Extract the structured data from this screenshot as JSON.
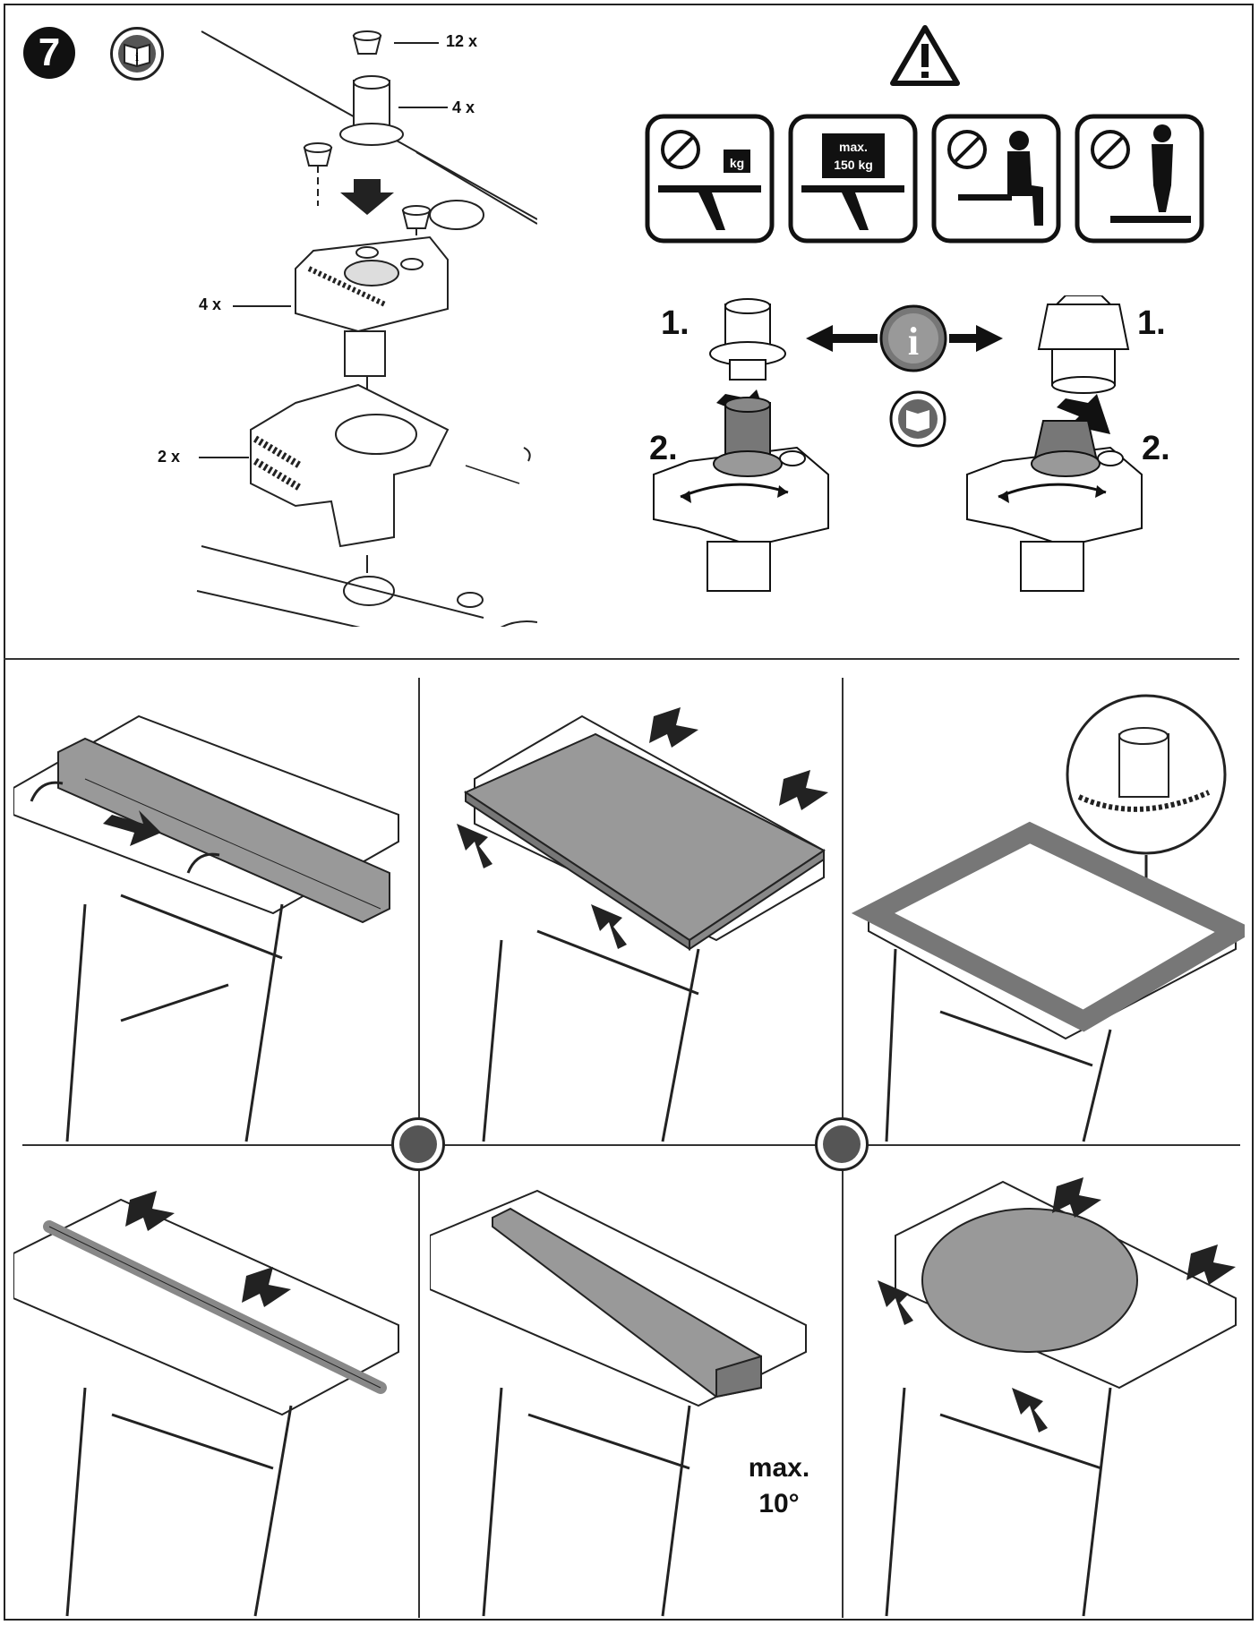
{
  "step_number": "7",
  "callouts": {
    "caps_qty": "12 x",
    "pegs_qty": "4 x",
    "clamp_jaws_qty": "4 x",
    "bench_jaws_qty": "2 x"
  },
  "warnings": {
    "max_load_label": "max.",
    "max_load_value": "150 kg",
    "kg_label": "kg"
  },
  "peg_steps": {
    "left_step1": "1.",
    "left_step2": "2.",
    "right_step1": "1.",
    "right_step2": "2."
  },
  "wedge_panel": {
    "max_angle_label": "max.",
    "max_angle_value": "10°"
  },
  "colors": {
    "line": "#222222",
    "workpiece": "#9a9a9a",
    "background": "#ffffff"
  }
}
